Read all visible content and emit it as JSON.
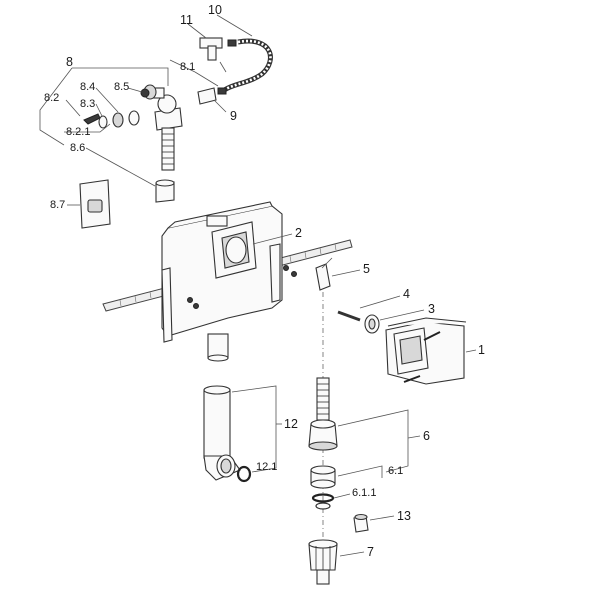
{
  "diagram": {
    "callouts": {
      "c1": "1",
      "c2": "2",
      "c3": "3",
      "c4": "4",
      "c5": "5",
      "c6": "6",
      "c6_1": "6.1",
      "c6_1_1": "6.1.1",
      "c7": "7",
      "c8": "8",
      "c8_1": "8.1",
      "c8_2": "8.2",
      "c8_2_1": "8.2.1",
      "c8_3": "8.3",
      "c8_4": "8.4",
      "c8_5": "8.5",
      "c8_6": "8.6",
      "c8_7": "8.7",
      "c9": "9",
      "c10": "10",
      "c11": "11",
      "c12": "12",
      "c12_1": "12.1",
      "c13": "13"
    }
  }
}
